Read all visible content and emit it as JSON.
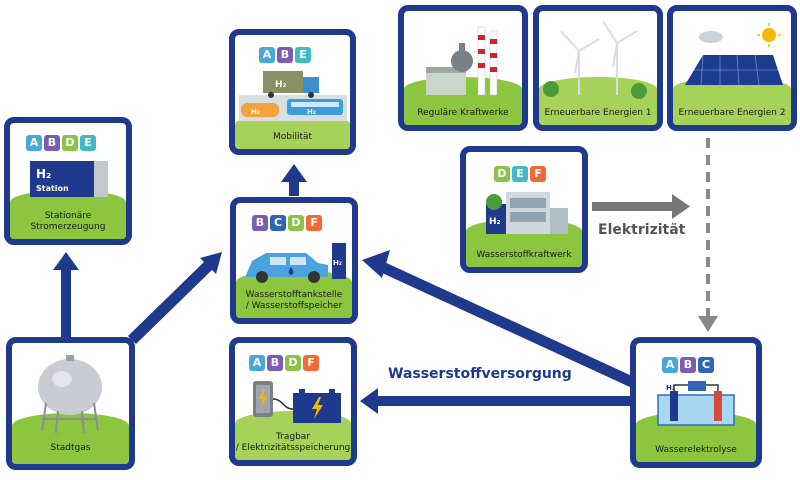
{
  "colors": {
    "frame": "#1f3a8c",
    "ground": "#8cc63f",
    "arrow": "#1f3a8c",
    "electric_arrow": "#777777",
    "h2_label": "#1f3a8c",
    "elec_label": "#555555"
  },
  "flows": {
    "h2_supply": "Wasserstoffversorgung",
    "electricity": "Elektrizität"
  },
  "nodes": {
    "regular": {
      "label": "Reguläre Kraftwerke",
      "icon": "power-plant-icon"
    },
    "renew1": {
      "label": "Erneuerbare Energien 1",
      "icon": "wind-turbine-icon"
    },
    "renew2": {
      "label": "Erneuerbare Energien 2",
      "icon": "solar-panel-icon"
    },
    "h2plant": {
      "label": "Wasserstoffkraftwerk",
      "icon": "hydrogen-power-plant-icon",
      "badges": [
        "D",
        "E",
        "F"
      ]
    },
    "mobility": {
      "label": "Mobilität",
      "icon": "vehicles-icon",
      "badges": [
        "A",
        "B",
        "E"
      ],
      "truck_text": "H₂",
      "car_text": "H₂",
      "bus_text": "H₂"
    },
    "stationary": {
      "label_l1": "Stationäre",
      "label_l2": "Stromerzeugung",
      "icon": "h2-station-icon",
      "badges": [
        "A",
        "B",
        "D",
        "E"
      ],
      "box_text1": "H₂",
      "box_text2": "Station"
    },
    "filling": {
      "label_l1": "Wasserstofftankstelle",
      "label_l2": "/ Wasserstoffspeicher",
      "icon": "fuel-cell-car-icon",
      "badges": [
        "B",
        "C",
        "D",
        "F"
      ],
      "pump_text": "H₂"
    },
    "citygas": {
      "label": "Stadtgas",
      "icon": "gas-tank-icon"
    },
    "portable": {
      "label_l1": "Tragbar",
      "label_l2": "/ Elektrizitätsspeicherung",
      "icon": "battery-icon",
      "badges": [
        "A",
        "B",
        "D",
        "F"
      ]
    },
    "electrolysis": {
      "label": "Wasserelektrolyse",
      "icon": "electrolysis-icon",
      "badges": [
        "A",
        "B",
        "C"
      ],
      "h2_mark": "H₂"
    }
  }
}
